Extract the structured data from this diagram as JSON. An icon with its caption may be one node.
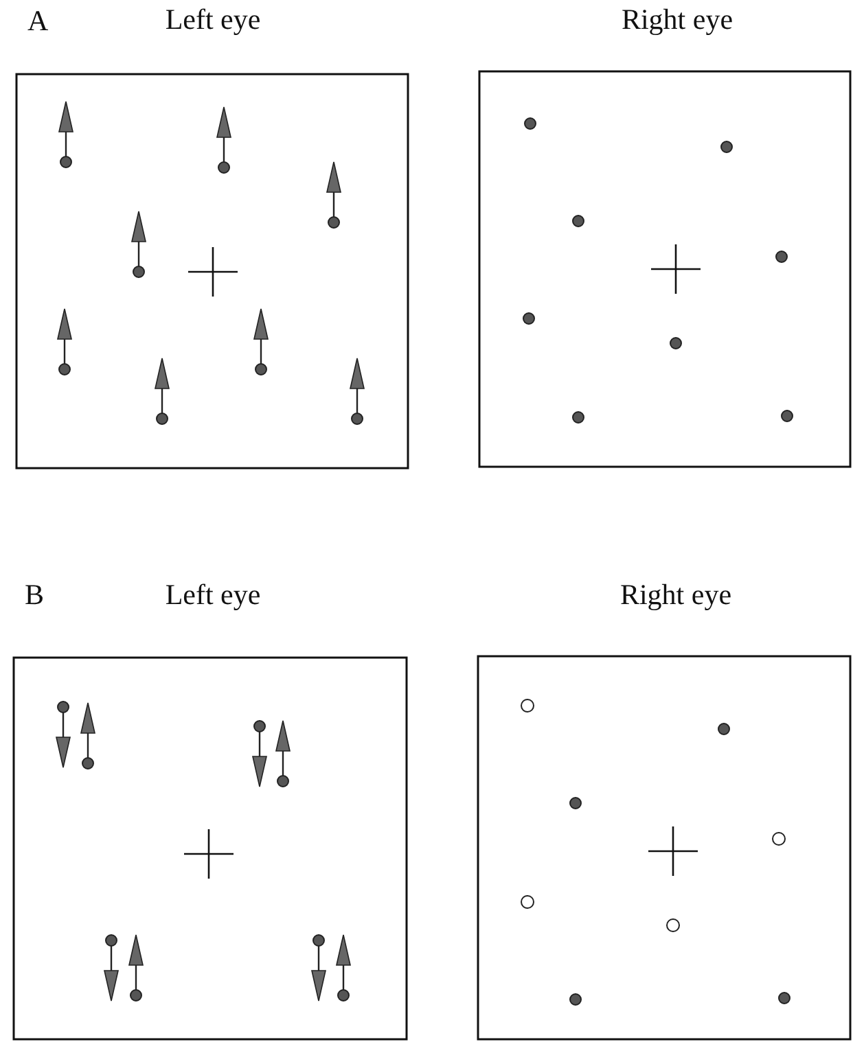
{
  "diagram": {
    "nodes": [
      {
        "text": [
          "Left eye"
        ]
      },
      {
        "text": [
          "Right eye"
        ]
      },
      {
        "text": [
          "Left eye"
        ]
      },
      {
        "text": [
          "Right eye"
        ]
      }
    ],
    "labels": [
      "A",
      "B"
    ]
  }
}
